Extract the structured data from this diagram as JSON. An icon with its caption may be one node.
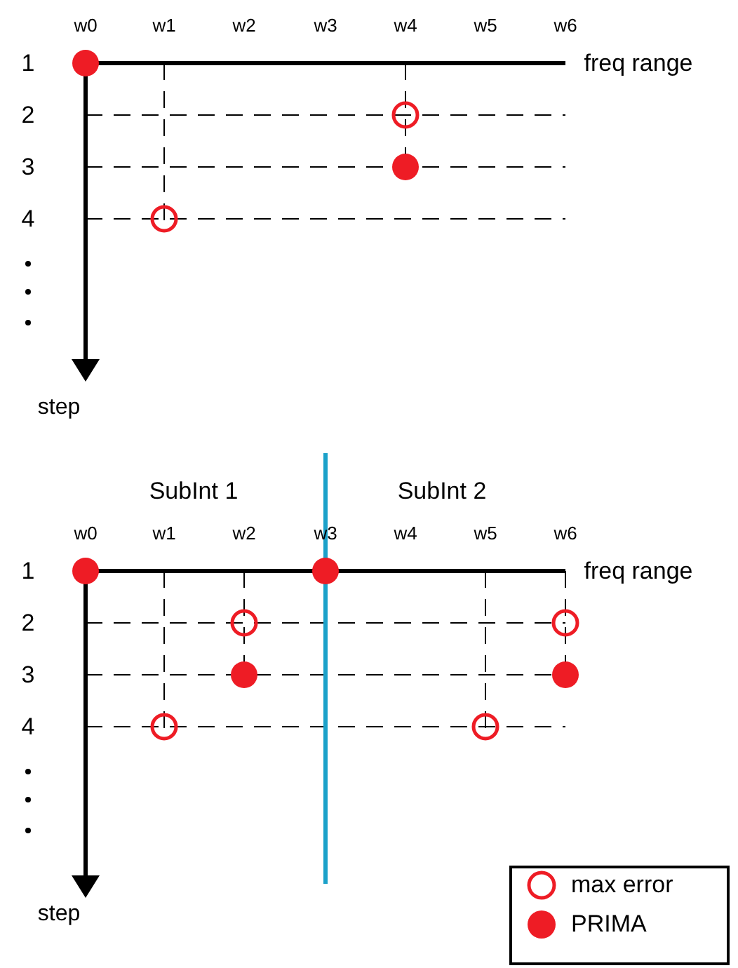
{
  "diagram": {
    "labels": [
      "w0",
      "w1",
      "w2",
      "w3",
      "w4",
      "w5",
      "w6",
      "1",
      "freq range",
      "2",
      "3",
      "4",
      "step",
      "SubInt 1",
      "SubInt 2",
      "w0",
      "w1",
      "w2",
      "w3",
      "w4",
      "w5",
      "w6",
      "1",
      "freq range",
      "2",
      "3",
      "4",
      "step"
    ],
    "legend": [
      {
        "text": "max error"
      },
      {
        "text": "PRIMA"
      }
    ]
  }
}
